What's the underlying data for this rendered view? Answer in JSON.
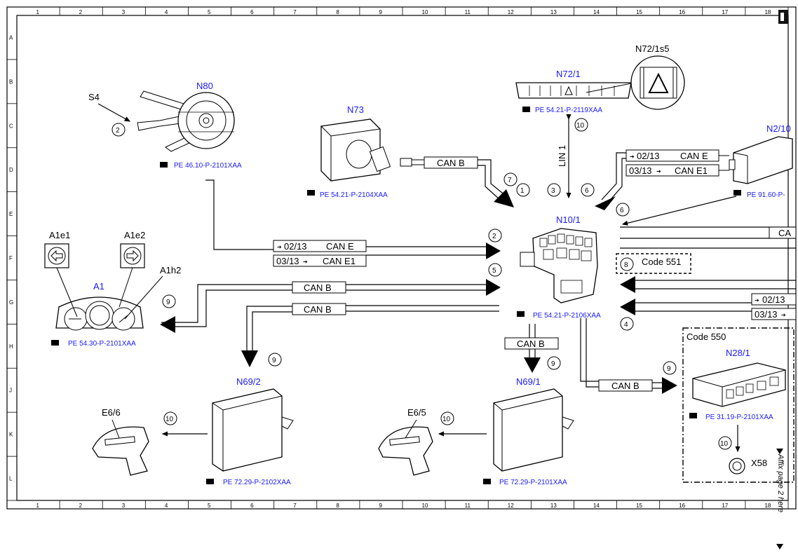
{
  "grid": {
    "columns": [
      "1",
      "2",
      "3",
      "4",
      "5",
      "6",
      "7",
      "8",
      "9",
      "10",
      "11",
      "12",
      "13",
      "14",
      "15",
      "16",
      "17",
      "18"
    ],
    "rows": [
      "A",
      "B",
      "C",
      "D",
      "E",
      "F",
      "G",
      "H",
      "J",
      "K",
      "L"
    ]
  },
  "components": {
    "s4": "S4",
    "n80": "N80",
    "n73": "N73",
    "n72_1": "N72/1",
    "n72_1s5": "N72/1s5",
    "n2_10": "N2/10",
    "n10_1": "N10/1",
    "a1": "A1",
    "a1e1": "A1e1",
    "a1e2": "A1e2",
    "a1h2": "A1h2",
    "n69_2": "N69/2",
    "n69_1": "N69/1",
    "n28_1": "N28/1",
    "e6_6": "E6/6",
    "e6_5": "E6/5",
    "x58": "X58"
  },
  "references": {
    "n80": "PE 46.10-P-2101XAA",
    "n73": "PE 54.21-P-2104XAA",
    "n72_1": "PE 54.21-P-2119XAA",
    "n2_10": "PE 91.60-P-",
    "n10_1": "PE 54.21-P-2106XAA",
    "a1": "PE 54.30-P-2101XAA",
    "n69_2": "PE 72.29-P-2102XAA",
    "n69_1": "PE 72.29-P-2101XAA",
    "n28_1": "PE 31.19-P-2101XAA"
  },
  "bus_labels": {
    "can_b": "CAN B",
    "can_e": "CAN E",
    "can_e1": "CAN E1",
    "lin1": "LIN 1",
    "can_partial": "CA",
    "date_0213": "02/13",
    "date_0313": "03/13"
  },
  "codes": {
    "code551": "Code 551",
    "code550": "Code 550"
  },
  "step_numbers": [
    "1",
    "2",
    "3",
    "4",
    "5",
    "6",
    "6",
    "7",
    "8",
    "9",
    "9",
    "9",
    "9",
    "10",
    "10",
    "10",
    "10",
    "2"
  ],
  "side_note": "Affix page 2 here"
}
